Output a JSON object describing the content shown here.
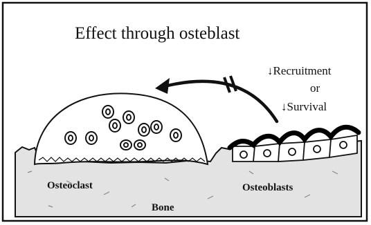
{
  "diagram": {
    "title": "Effect through osteblast",
    "effect": {
      "line1": "↓Recruitment",
      "line2": "or",
      "line3": "↓Survival"
    },
    "labels": {
      "osteoclast": "Osteoclast",
      "osteoblasts": "Osteoblasts",
      "bone": "Bone"
    }
  }
}
